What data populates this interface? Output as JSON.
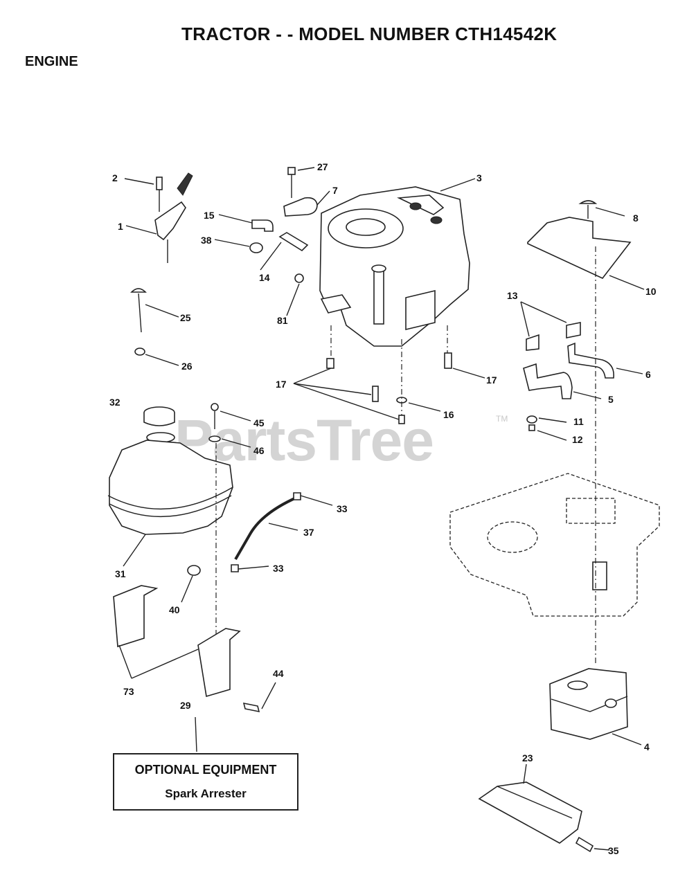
{
  "header": {
    "title": "TRACTOR - - MODEL NUMBER CTH14542K",
    "section": "ENGINE"
  },
  "watermark": {
    "text": "PartsTree",
    "tm": "TM"
  },
  "optional_box": {
    "title": "OPTIONAL EQUIPMENT",
    "subtitle": "Spark Arrester"
  },
  "callouts": [
    {
      "id": "c2",
      "label": "2"
    },
    {
      "id": "c1",
      "label": "1"
    },
    {
      "id": "c27",
      "label": "27"
    },
    {
      "id": "c7",
      "label": "7"
    },
    {
      "id": "c3",
      "label": "3"
    },
    {
      "id": "c15",
      "label": "15"
    },
    {
      "id": "c38",
      "label": "38"
    },
    {
      "id": "c14",
      "label": "14"
    },
    {
      "id": "c81",
      "label": "81"
    },
    {
      "id": "c25",
      "label": "25"
    },
    {
      "id": "c26",
      "label": "26"
    },
    {
      "id": "c8",
      "label": "8"
    },
    {
      "id": "c10",
      "label": "10"
    },
    {
      "id": "c13",
      "label": "13"
    },
    {
      "id": "c6",
      "label": "6"
    },
    {
      "id": "c5",
      "label": "5"
    },
    {
      "id": "c11",
      "label": "11"
    },
    {
      "id": "c12",
      "label": "12"
    },
    {
      "id": "c17a",
      "label": "17"
    },
    {
      "id": "c17b",
      "label": "17"
    },
    {
      "id": "c16",
      "label": "16"
    },
    {
      "id": "c32",
      "label": "32"
    },
    {
      "id": "c45",
      "label": "45"
    },
    {
      "id": "c46",
      "label": "46"
    },
    {
      "id": "c33a",
      "label": "33"
    },
    {
      "id": "c37",
      "label": "37"
    },
    {
      "id": "c33b",
      "label": "33"
    },
    {
      "id": "c31",
      "label": "31"
    },
    {
      "id": "c40",
      "label": "40"
    },
    {
      "id": "c73",
      "label": "73"
    },
    {
      "id": "c44",
      "label": "44"
    },
    {
      "id": "c29",
      "label": "29"
    },
    {
      "id": "c4",
      "label": "4"
    },
    {
      "id": "c23",
      "label": "23"
    },
    {
      "id": "c35",
      "label": "35"
    }
  ]
}
